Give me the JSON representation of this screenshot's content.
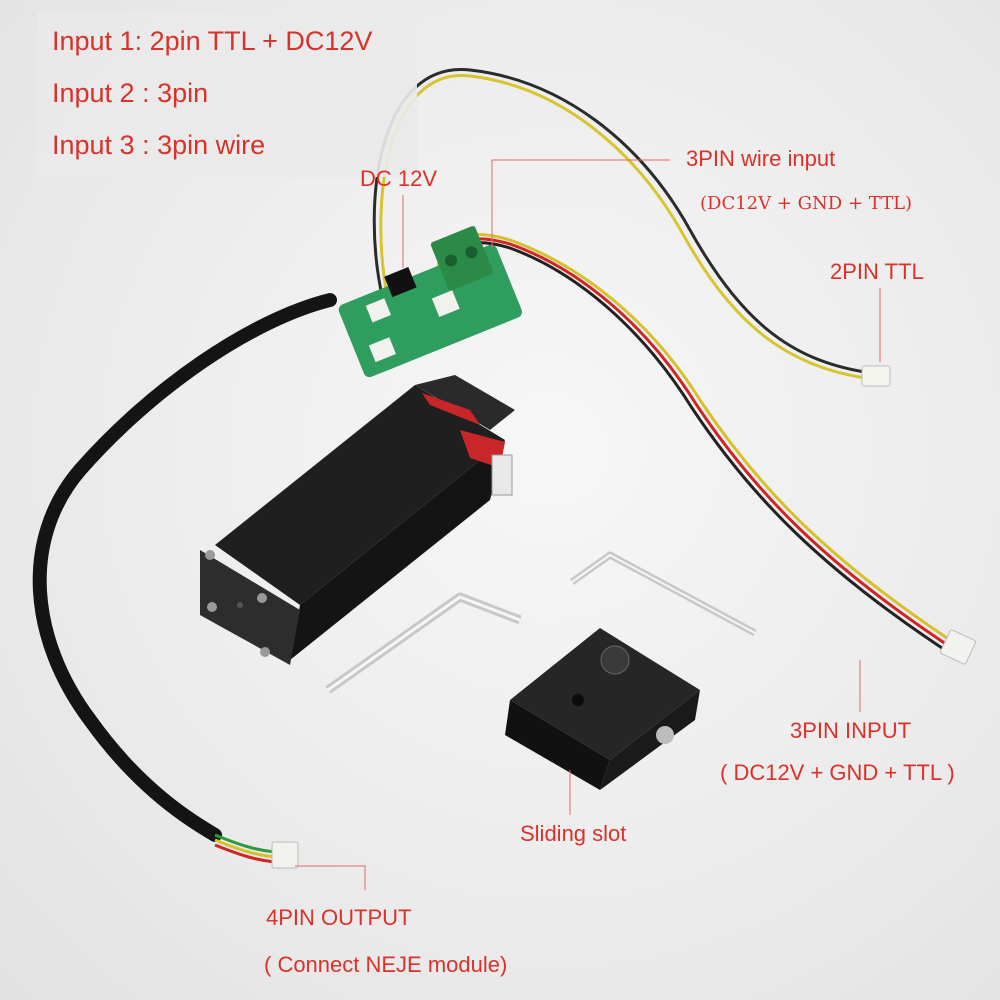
{
  "info_box": {
    "line1": "Input 1: 2pin TTL + DC12V",
    "line2": "Input 2 : 3pin",
    "line3": "Input 3 : 3pin wire"
  },
  "callouts": {
    "dc12v": "DC 12V",
    "pin3_wire_input": "3PIN wire input",
    "pin3_wire_input_detail": "(DC12V + GND + TTL)",
    "pin2_ttl": "2PIN TTL",
    "pin3_input": "3PIN INPUT",
    "pin3_input_detail": "( DC12V + GND + TTL )",
    "sliding_slot": "Sliding slot",
    "pin4_output": "4PIN OUTPUT",
    "pin4_output_detail": "( Connect NEJE module)"
  },
  "colors": {
    "label_text": "#d9322b",
    "leader_line": "#e36a63",
    "pcb_green": "#2e9d5e",
    "laser_body": "#1f1f1f",
    "red_band": "#c9262a"
  }
}
